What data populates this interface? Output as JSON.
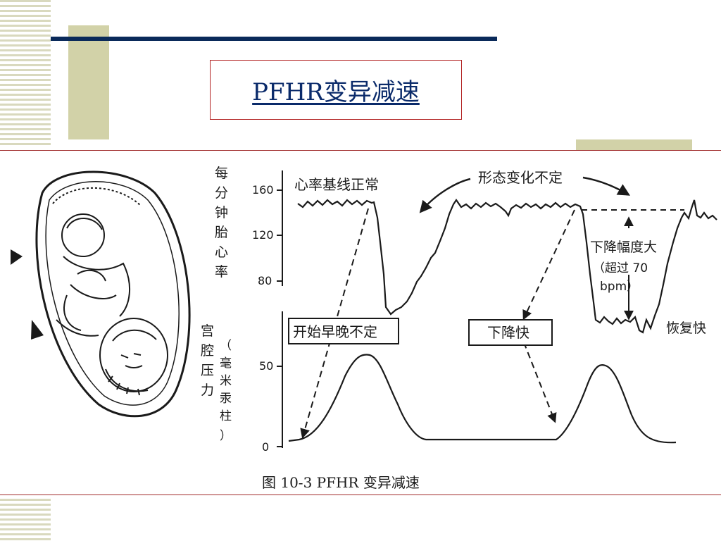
{
  "slide": {
    "title": "PFHR变异减速"
  },
  "figure": {
    "fhr_axis_label": [
      "每",
      "分",
      "钟",
      "胎",
      "心",
      "率"
    ],
    "fhr_ticks": [
      "160",
      "120",
      "80"
    ],
    "pressure_axis_label": [
      "宫",
      "腔",
      "压",
      "力"
    ],
    "pressure_unit_label": [
      "（",
      "毫",
      "米",
      "汞",
      "柱",
      "）"
    ],
    "pressure_ticks": [
      "50",
      "0"
    ],
    "annotations": {
      "baseline_normal": "心率基线正常",
      "shape_varies": "形态变化不定",
      "onset_variable": "开始早晚不定",
      "rapid_drop": "下降快",
      "large_drop_line1": "下降幅度大",
      "large_drop_line2": "（超过 70",
      "large_drop_line3": "bpm）",
      "rapid_recovery": "恢复快"
    },
    "caption": "图 10-3   PFHR 变异减速"
  },
  "colors": {
    "navy": "#0a2a5a",
    "olive": "#d2d2a8",
    "red_rule": "#a02a2a",
    "ink": "#1a1a1a"
  }
}
